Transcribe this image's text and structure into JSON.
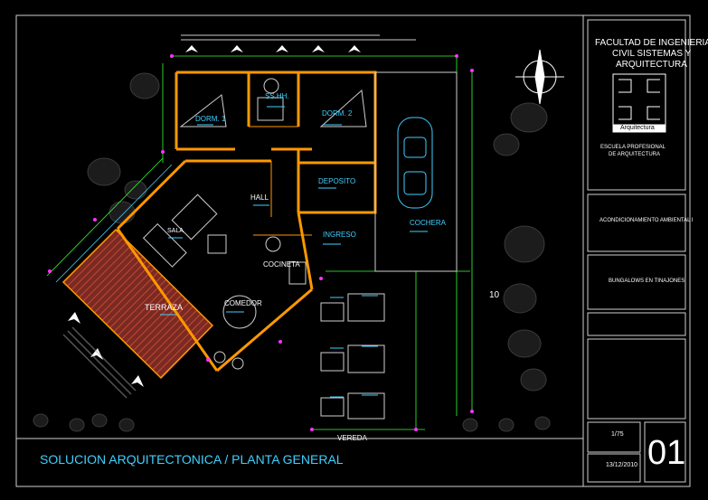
{
  "title_block": {
    "faculty_line1": "FACULTAD DE INGENIERIA",
    "faculty_line2": "CIVIL SISTEMAS Y",
    "faculty_line3": "ARQUITECTURA",
    "logo_caption": "Arquitectura",
    "school_line1": "ESCUELA PROFESIONAL",
    "school_line2": "DE ARQUITECTURA",
    "course": "ACONDICIONAMIENTO AMBIENTAL I",
    "project": "BUNGALOWS EN TINAJONES",
    "scale": "1/75",
    "date": "13/12/2010",
    "sheet_number": "01"
  },
  "drawing": {
    "main_title": "SOLUCION ARQUITECTONICA / PLANTA GENERAL",
    "dimension_label": "10",
    "rooms": {
      "dorm1": "DORM. 1",
      "sshh": "SS.HH.",
      "dorm2": "DORM. 2",
      "deposito": "DEPOSITO",
      "hall": "HALL",
      "sala": "SALA",
      "ingreso": "INGRESO",
      "cocheras": "COCHERA",
      "cocineta": "COCINETA",
      "terraza": "TERRAZA",
      "comedor": "COMEDOR",
      "vereda": "VEREDA"
    }
  },
  "colors": {
    "wall": "#ff9800",
    "cyan": "#3fd0ff",
    "green": "#33ff33",
    "magenta": "#ff33ff",
    "deck": "#a83a2a",
    "frame": "#cfcfcf"
  }
}
